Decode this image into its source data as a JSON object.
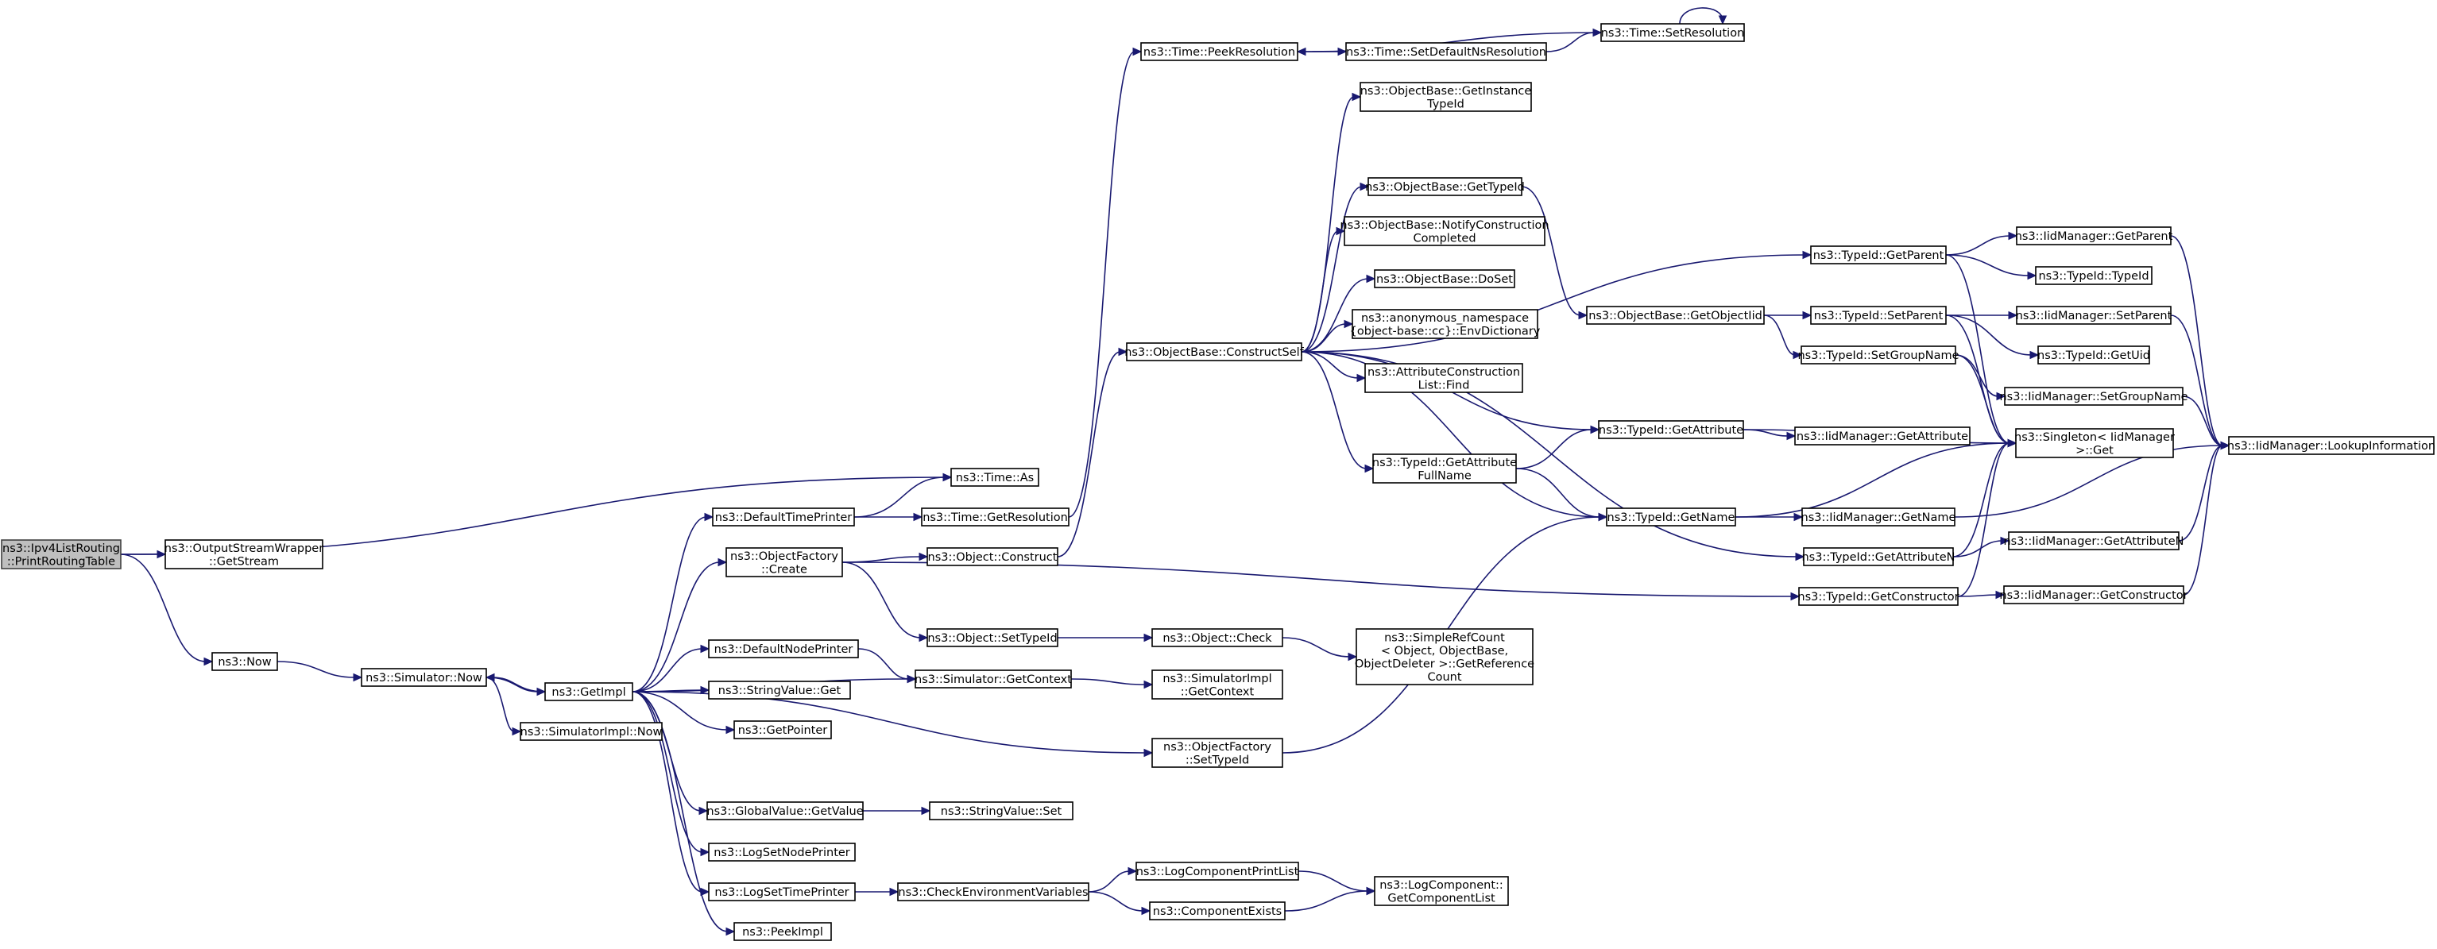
{
  "graph": {
    "title": "",
    "colors": {
      "edge": "#191970",
      "root_fill": "#bfbfbf",
      "node_fill": "#ffffff",
      "node_stroke": "#000000"
    },
    "nodes": [
      {
        "id": "root",
        "lines": [
          "ns3::Ipv4ListRouting",
          "::PrintRoutingTable"
        ],
        "root": true
      },
      {
        "id": "getstream",
        "lines": [
          "ns3::OutputStreamWrapper",
          "::GetStream"
        ]
      },
      {
        "id": "now",
        "lines": [
          "ns3::Now"
        ]
      },
      {
        "id": "simnow",
        "lines": [
          "ns3::Simulator::Now"
        ]
      },
      {
        "id": "getimpl",
        "lines": [
          "ns3::GetImpl"
        ]
      },
      {
        "id": "simimplnow",
        "lines": [
          "ns3::SimulatorImpl::Now"
        ]
      },
      {
        "id": "timeas",
        "lines": [
          "ns3::Time::As"
        ]
      },
      {
        "id": "defaulttimeprinter",
        "lines": [
          "ns3::DefaultTimePrinter"
        ]
      },
      {
        "id": "getresolution",
        "lines": [
          "ns3::Time::GetResolution"
        ]
      },
      {
        "id": "peekresolution",
        "lines": [
          "ns3::Time::PeekResolution"
        ]
      },
      {
        "id": "setdefaultns",
        "lines": [
          "ns3::Time::SetDefaultNsResolution"
        ]
      },
      {
        "id": "setresolution",
        "lines": [
          "ns3::Time::SetResolution"
        ]
      },
      {
        "id": "objfactorycreate",
        "lines": [
          "ns3::ObjectFactory",
          "::Create"
        ]
      },
      {
        "id": "objconstruct",
        "lines": [
          "ns3::Object::Construct"
        ]
      },
      {
        "id": "constructself",
        "lines": [
          "ns3::ObjectBase::ConstructSelf"
        ]
      },
      {
        "id": "getinstancetypeid",
        "lines": [
          "ns3::ObjectBase::GetInstance",
          "TypeId"
        ]
      },
      {
        "id": "objbasegettypeid",
        "lines": [
          "ns3::ObjectBase::GetTypeId"
        ]
      },
      {
        "id": "notifyconstruction",
        "lines": [
          "ns3::ObjectBase::NotifyConstruction",
          "Completed"
        ]
      },
      {
        "id": "doset",
        "lines": [
          "ns3::ObjectBase::DoSet"
        ]
      },
      {
        "id": "envdictionary",
        "lines": [
          "ns3::anonymous_namespace",
          "{object-base::cc}::EnvDictionary"
        ]
      },
      {
        "id": "attrconstructionfind",
        "lines": [
          "ns3::AttributeConstruction",
          "List::Find"
        ]
      },
      {
        "id": "getattributefullname",
        "lines": [
          "ns3::TypeId::GetAttribute",
          "FullName"
        ]
      },
      {
        "id": "getobjectiid",
        "lines": [
          "ns3::ObjectBase::GetObjectIid"
        ]
      },
      {
        "id": "typeidgetparent",
        "lines": [
          "ns3::TypeId::GetParent"
        ]
      },
      {
        "id": "typeidsetparent",
        "lines": [
          "ns3::TypeId::SetParent"
        ]
      },
      {
        "id": "typeidsetgroupname",
        "lines": [
          "ns3::TypeId::SetGroupName"
        ]
      },
      {
        "id": "typeidgetattribute",
        "lines": [
          "ns3::TypeId::GetAttribute"
        ]
      },
      {
        "id": "typeidgetname",
        "lines": [
          "ns3::TypeId::GetName"
        ]
      },
      {
        "id": "typeidgetattributen",
        "lines": [
          "ns3::TypeId::GetAttributeN"
        ]
      },
      {
        "id": "typeidgetconstructor",
        "lines": [
          "ns3::TypeId::GetConstructor"
        ]
      },
      {
        "id": "iidgetparent",
        "lines": [
          "ns3::IidManager::GetParent"
        ]
      },
      {
        "id": "typeidtypeid",
        "lines": [
          "ns3::TypeId::TypeId"
        ]
      },
      {
        "id": "iidsetparent",
        "lines": [
          "ns3::IidManager::SetParent"
        ]
      },
      {
        "id": "typeidgetuid",
        "lines": [
          "ns3::TypeId::GetUid"
        ]
      },
      {
        "id": "iidsetgroupname",
        "lines": [
          "ns3::IidManager::SetGroupName"
        ]
      },
      {
        "id": "iidgetattribute",
        "lines": [
          "ns3::IidManager::GetAttribute"
        ]
      },
      {
        "id": "singletonget",
        "lines": [
          "ns3::Singleton< IidManager",
          ">::Get"
        ]
      },
      {
        "id": "iidgetname",
        "lines": [
          "ns3::IidManager::GetName"
        ]
      },
      {
        "id": "iidgetattributen",
        "lines": [
          "ns3::IidManager::GetAttributeN"
        ]
      },
      {
        "id": "iidgetconstructor",
        "lines": [
          "ns3::IidManager::GetConstructor"
        ]
      },
      {
        "id": "lookupinformation",
        "lines": [
          "ns3::IidManager::LookupInformation"
        ]
      },
      {
        "id": "objsettypeid",
        "lines": [
          "ns3::Object::SetTypeId"
        ]
      },
      {
        "id": "objcheck",
        "lines": [
          "ns3::Object::Check"
        ]
      },
      {
        "id": "simplerefcount",
        "lines": [
          "ns3::SimpleRefCount",
          "< Object, ObjectBase,",
          "ObjectDeleter >::GetReference",
          "Count"
        ]
      },
      {
        "id": "defaultnodeprinter",
        "lines": [
          "ns3::DefaultNodePrinter"
        ]
      },
      {
        "id": "simgetcontext",
        "lines": [
          "ns3::Simulator::GetContext"
        ]
      },
      {
        "id": "simimplgetcontext",
        "lines": [
          "ns3::SimulatorImpl",
          "::GetContext"
        ]
      },
      {
        "id": "stringvalueget",
        "lines": [
          "ns3::StringValue::Get"
        ]
      },
      {
        "id": "getpointer",
        "lines": [
          "ns3::GetPointer"
        ]
      },
      {
        "id": "objfactorysettypeid",
        "lines": [
          "ns3::ObjectFactory",
          "::SetTypeId"
        ]
      },
      {
        "id": "globalvaluegetvalue",
        "lines": [
          "ns3::GlobalValue::GetValue"
        ]
      },
      {
        "id": "stringvalueset",
        "lines": [
          "ns3::StringValue::Set"
        ]
      },
      {
        "id": "logsetnodeprinter",
        "lines": [
          "ns3::LogSetNodePrinter"
        ]
      },
      {
        "id": "logsettimeprinter",
        "lines": [
          "ns3::LogSetTimePrinter"
        ]
      },
      {
        "id": "checkenvvars",
        "lines": [
          "ns3::CheckEnvironmentVariables"
        ]
      },
      {
        "id": "logcomponentprintlist",
        "lines": [
          "ns3::LogComponentPrintList"
        ]
      },
      {
        "id": "componentexists",
        "lines": [
          "ns3::ComponentExists"
        ]
      },
      {
        "id": "getcomponentlist",
        "lines": [
          "ns3::LogComponent::",
          "GetComponentList"
        ]
      },
      {
        "id": "peekimpl",
        "lines": [
          "ns3::PeekImpl"
        ]
      }
    ],
    "edges": [
      [
        "root",
        "getstream"
      ],
      [
        "root",
        "now"
      ],
      [
        "root",
        "timeas"
      ],
      [
        "now",
        "simnow"
      ],
      [
        "simnow",
        "getimpl"
      ],
      [
        "simnow",
        "simimplnow"
      ],
      [
        "getimpl",
        "simnow"
      ],
      [
        "getimpl",
        "defaulttimeprinter"
      ],
      [
        "getimpl",
        "objfactorycreate"
      ],
      [
        "getimpl",
        "defaultnodeprinter"
      ],
      [
        "getimpl",
        "simgetcontext"
      ],
      [
        "getimpl",
        "stringvalueget"
      ],
      [
        "getimpl",
        "getpointer"
      ],
      [
        "getimpl",
        "objfactorysettypeid"
      ],
      [
        "getimpl",
        "globalvaluegetvalue"
      ],
      [
        "getimpl",
        "logsetnodeprinter"
      ],
      [
        "getimpl",
        "logsettimeprinter"
      ],
      [
        "getimpl",
        "peekimpl"
      ],
      [
        "defaulttimeprinter",
        "timeas"
      ],
      [
        "defaulttimeprinter",
        "getresolution"
      ],
      [
        "getresolution",
        "peekresolution"
      ],
      [
        "peekresolution",
        "setdefaultns"
      ],
      [
        "setdefaultns",
        "setresolution"
      ],
      [
        "setresolution",
        "peekresolution"
      ],
      [
        "setresolution",
        "setresolution"
      ],
      [
        "objfactorycreate",
        "objconstruct"
      ],
      [
        "objfactorycreate",
        "objsettypeid"
      ],
      [
        "objfactorycreate",
        "typeidgetconstructor"
      ],
      [
        "objconstruct",
        "constructself"
      ],
      [
        "constructself",
        "getinstancetypeid"
      ],
      [
        "constructself",
        "objbasegettypeid"
      ],
      [
        "constructself",
        "notifyconstruction"
      ],
      [
        "constructself",
        "doset"
      ],
      [
        "constructself",
        "envdictionary"
      ],
      [
        "constructself",
        "attrconstructionfind"
      ],
      [
        "constructself",
        "getattributefullname"
      ],
      [
        "constructself",
        "typeidgetparent"
      ],
      [
        "constructself",
        "typeidgetattribute"
      ],
      [
        "constructself",
        "typeidgetname"
      ],
      [
        "constructself",
        "typeidgetattributen"
      ],
      [
        "objbasegettypeid",
        "getobjectiid"
      ],
      [
        "getobjectiid",
        "typeidsetparent"
      ],
      [
        "getobjectiid",
        "typeidsetgroupname"
      ],
      [
        "getattributefullname",
        "typeidgetattribute"
      ],
      [
        "getattributefullname",
        "typeidgetname"
      ],
      [
        "typeidgetparent",
        "iidgetparent"
      ],
      [
        "typeidgetparent",
        "typeidtypeid"
      ],
      [
        "typeidgetparent",
        "singletonget"
      ],
      [
        "typeidsetparent",
        "iidsetparent"
      ],
      [
        "typeidsetparent",
        "typeidgetuid"
      ],
      [
        "typeidsetparent",
        "singletonget"
      ],
      [
        "typeidsetgroupname",
        "iidsetgroupname"
      ],
      [
        "typeidsetgroupname",
        "singletonget"
      ],
      [
        "typeidgetattribute",
        "iidgetattribute"
      ],
      [
        "typeidgetattribute",
        "singletonget"
      ],
      [
        "typeidgetname",
        "iidgetname"
      ],
      [
        "typeidgetname",
        "singletonget"
      ],
      [
        "typeidgetattributen",
        "iidgetattributen"
      ],
      [
        "typeidgetattributen",
        "singletonget"
      ],
      [
        "typeidgetconstructor",
        "iidgetconstructor"
      ],
      [
        "typeidgetconstructor",
        "singletonget"
      ],
      [
        "iidgetparent",
        "lookupinformation"
      ],
      [
        "iidsetparent",
        "lookupinformation"
      ],
      [
        "iidsetgroupname",
        "lookupinformation"
      ],
      [
        "iidgetname",
        "lookupinformation"
      ],
      [
        "iidgetattributen",
        "lookupinformation"
      ],
      [
        "iidgetconstructor",
        "lookupinformation"
      ],
      [
        "objsettypeid",
        "objcheck"
      ],
      [
        "objcheck",
        "simplerefcount"
      ],
      [
        "simgetcontext",
        "simimplgetcontext"
      ],
      [
        "defaultnodeprinter",
        "simgetcontext"
      ],
      [
        "objfactorysettypeid",
        "typeidgetname"
      ],
      [
        "globalvaluegetvalue",
        "stringvalueset"
      ],
      [
        "logsettimeprinter",
        "checkenvvars"
      ],
      [
        "checkenvvars",
        "logcomponentprintlist"
      ],
      [
        "checkenvvars",
        "componentexists"
      ],
      [
        "logcomponentprintlist",
        "getcomponentlist"
      ],
      [
        "componentexists",
        "getcomponentlist"
      ]
    ]
  }
}
